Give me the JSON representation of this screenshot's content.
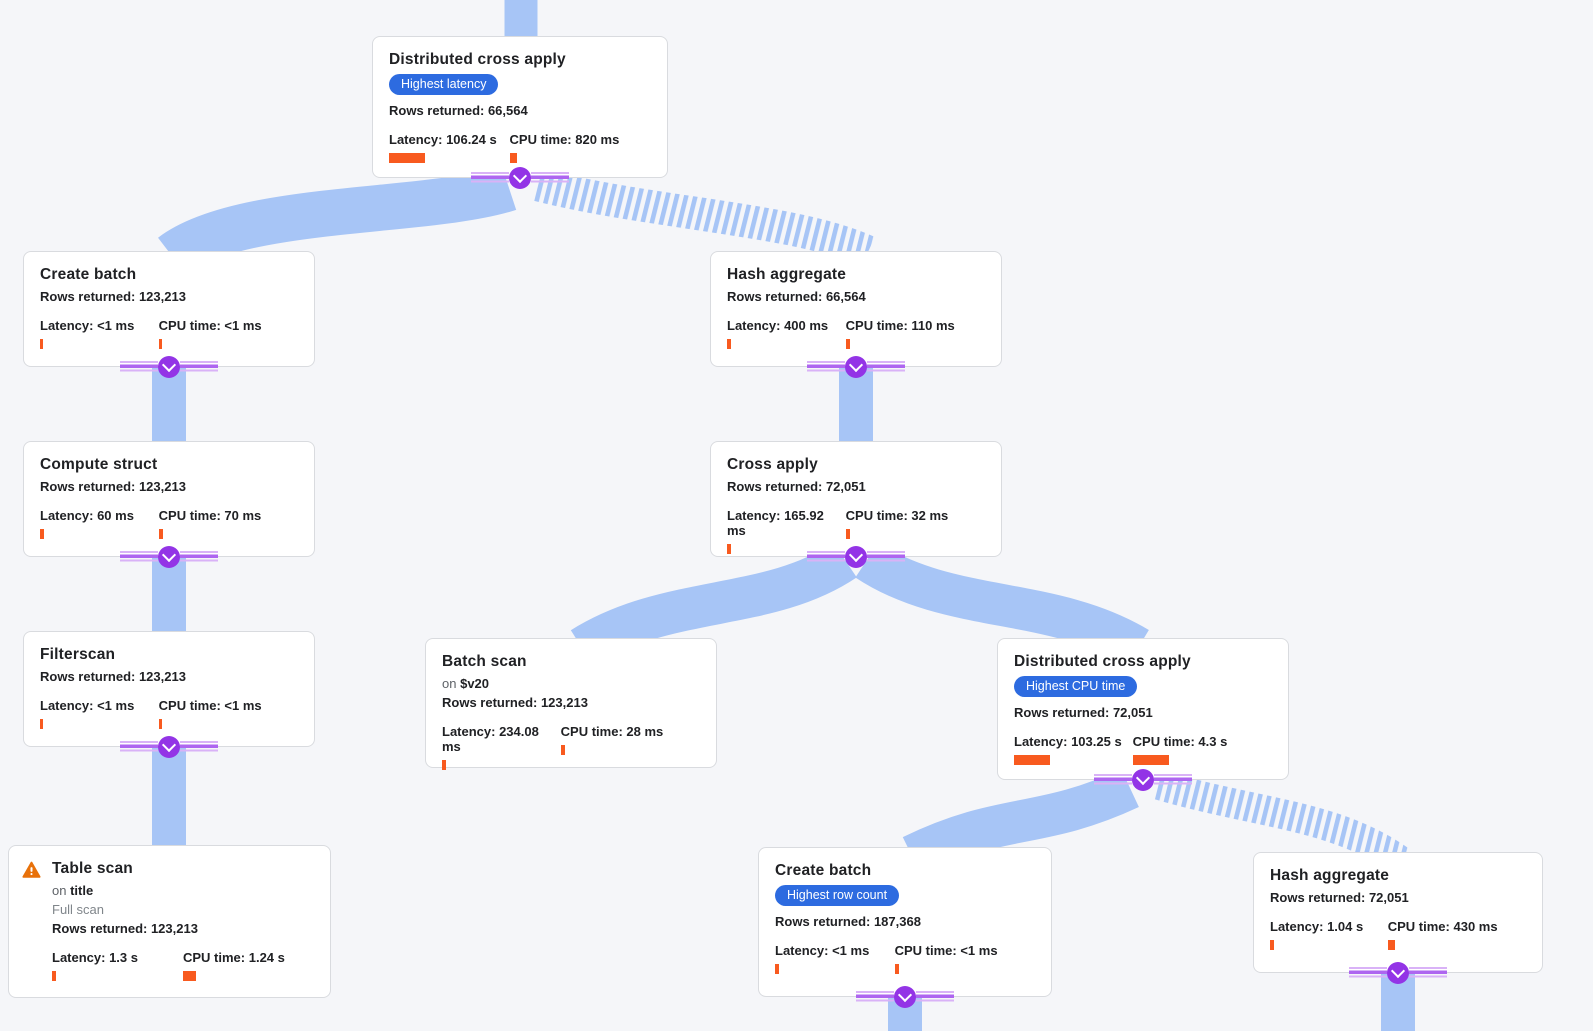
{
  "colors": {
    "background": "#f5f6f9",
    "edge_blue": "#a7c5f6",
    "connector_purple": "#9334e6",
    "connector_ribbon_light": "#d9b2f7",
    "badge_blue": "#2d6be0",
    "metric_bar_orange": "#f85a1f",
    "warning_orange": "#e8710a",
    "node_border": "#d9dbdf"
  },
  "nodes": [
    {
      "id": "distributed-cross-apply-root",
      "title": "Distributed cross apply",
      "badge": "Highest latency",
      "rows": "Rows returned: 66,564",
      "latency": "Latency: 106.24 s",
      "cpu": "CPU time: 820 ms",
      "lat_w": 36,
      "cpu_w": 7
    },
    {
      "id": "create-batch",
      "title": "Create batch",
      "rows": "Rows returned: 123,213",
      "latency": "Latency: <1 ms",
      "cpu": "CPU time: <1 ms",
      "lat_w": 3,
      "cpu_w": 3
    },
    {
      "id": "hash-aggregate",
      "title": "Hash aggregate",
      "rows": "Rows returned: 66,564",
      "latency": "Latency: 400 ms",
      "cpu": "CPU time: 110 ms",
      "lat_w": 4,
      "cpu_w": 4
    },
    {
      "id": "compute-struct",
      "title": "Compute struct",
      "rows": "Rows returned: 123,213",
      "latency": "Latency: 60 ms",
      "cpu": "CPU time: 70 ms",
      "lat_w": 4,
      "cpu_w": 4
    },
    {
      "id": "cross-apply",
      "title": "Cross apply",
      "rows": "Rows returned: 72,051",
      "latency": "Latency: 165.92 ms",
      "cpu": "CPU time: 32 ms",
      "lat_w": 4,
      "cpu_w": 4
    },
    {
      "id": "filterscan",
      "title": "Filterscan",
      "rows": "Rows returned: 123,213",
      "latency": "Latency: <1 ms",
      "cpu": "CPU time: <1 ms",
      "lat_w": 3,
      "cpu_w": 3
    },
    {
      "id": "batch-scan",
      "title": "Batch scan",
      "on_prefix": "on",
      "on_name": "$v20",
      "rows": "Rows returned: 123,213",
      "latency": "Latency: 234.08 ms",
      "cpu": "CPU time: 28 ms",
      "lat_w": 4,
      "cpu_w": 4
    },
    {
      "id": "distributed-cross-apply-2",
      "title": "Distributed cross apply",
      "badge": "Highest CPU time",
      "rows": "Rows returned: 72,051",
      "latency": "Latency: 103.25 s",
      "cpu": "CPU time: 4.3 s",
      "lat_w": 36,
      "cpu_w": 36
    },
    {
      "id": "table-scan",
      "title": "Table scan",
      "warning": true,
      "on_prefix": "on",
      "on_name": "title",
      "note": "Full scan",
      "rows": "Rows returned: 123,213",
      "latency": "Latency: 1.3 s",
      "cpu": "CPU time: 1.24 s",
      "lat_w": 4,
      "cpu_w": 13
    },
    {
      "id": "create-batch-2",
      "title": "Create batch",
      "badge": "Highest row count",
      "rows": "Rows returned: 187,368",
      "latency": "Latency: <1 ms",
      "cpu": "CPU time: <1 ms",
      "lat_w": 4,
      "cpu_w": 4
    },
    {
      "id": "hash-aggregate-2",
      "title": "Hash aggregate",
      "rows": "Rows returned: 72,051",
      "latency": "Latency: 1.04 s",
      "cpu": "CPU time: 430 ms",
      "lat_w": 4,
      "cpu_w": 7
    }
  ],
  "tree": {
    "edges": [
      {
        "from": "parent-offscreen",
        "to": "distributed-cross-apply-root",
        "style": "solid"
      },
      {
        "from": "distributed-cross-apply-root",
        "to": "create-batch",
        "style": "solid"
      },
      {
        "from": "distributed-cross-apply-root",
        "to": "hash-aggregate",
        "style": "striped"
      },
      {
        "from": "create-batch",
        "to": "compute-struct",
        "style": "solid"
      },
      {
        "from": "hash-aggregate",
        "to": "cross-apply",
        "style": "solid"
      },
      {
        "from": "compute-struct",
        "to": "filterscan",
        "style": "solid"
      },
      {
        "from": "cross-apply",
        "to": "batch-scan",
        "style": "solid"
      },
      {
        "from": "cross-apply",
        "to": "distributed-cross-apply-2",
        "style": "solid"
      },
      {
        "from": "filterscan",
        "to": "table-scan",
        "style": "solid"
      },
      {
        "from": "distributed-cross-apply-2",
        "to": "create-batch-2",
        "style": "solid"
      },
      {
        "from": "distributed-cross-apply-2",
        "to": "hash-aggregate-2",
        "style": "striped"
      },
      {
        "from": "create-batch-2",
        "to": "child-offscreen-1",
        "style": "solid"
      },
      {
        "from": "hash-aggregate-2",
        "to": "child-offscreen-2",
        "style": "solid"
      }
    ]
  }
}
